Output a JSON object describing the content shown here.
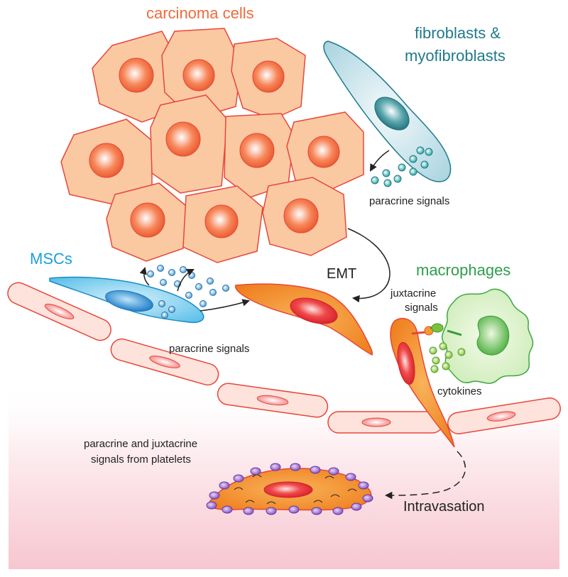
{
  "labels": {
    "carcinoma": "carcinoma cells",
    "fibro_1": "fibroblasts &",
    "fibro_2": "myofibroblasts",
    "paracrine_top": "paracrine signals",
    "mscs": "MSCs",
    "emt": "EMT",
    "macrophages": "macrophages",
    "juxtacrine_1": "juxtacrine",
    "juxtacrine_2": "signals",
    "paracrine_mid": "paracrine signals",
    "cytokines": "cytokines",
    "platelets_1": "paracrine and juxtacrine",
    "platelets_2": "signals from platelets",
    "intravasation": "Intravasation"
  },
  "colors": {
    "carcinoma_label": "#ef6b3c",
    "fibro_label": "#1f7a8c",
    "msc_label": "#1aa0dc",
    "macro_label": "#2e9e4a",
    "text": "#222222",
    "cell_fill": "#fac9a1",
    "cell_stroke": "#e8463a",
    "nucleus_orange": "#f26a3c",
    "endothelial_fill": "#fde3dc",
    "vessel_gradient": "#f7c6d0",
    "platelet": "#9c6ad0",
    "mesenchymal": "#f59a2a"
  }
}
